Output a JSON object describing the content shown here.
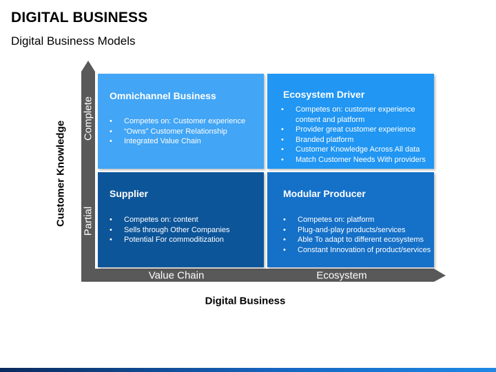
{
  "header": {
    "title": "DIGITAL BUSINESS",
    "subtitle": "Digital Business Models"
  },
  "axes": {
    "y_title": "Customer Knowledge",
    "y_ticks": [
      "Complete",
      "Partial"
    ],
    "x_ticks": [
      "Value Chain",
      "Ecosystem"
    ],
    "x_title": "Digital Business",
    "axis_color": "#595959"
  },
  "quadrants": {
    "top_left": {
      "title": "Omnichannel Business",
      "color": "#42A5F5",
      "bullets": [
        "Competes on: Customer experience",
        "“Owns” Customer Relationship",
        "Integrated Value Chain"
      ]
    },
    "top_right": {
      "title": "Ecosystem Driver",
      "color": "#2196F3",
      "bullets": [
        "Competes on: customer experience content and platform",
        "Provider great customer experience",
        "Branded platform",
        "Customer Knowledge Across All data",
        "Match Customer Needs With providers"
      ]
    },
    "bottom_left": {
      "title": "Supplier",
      "color": "#0D5599",
      "bullets": [
        "Competes on: content",
        "Sells through Other Companies",
        "Potential For commoditization"
      ]
    },
    "bottom_right": {
      "title": "Modular Producer",
      "color": "#1570C8",
      "bullets": [
        "Competes on: platform",
        "Plug-and-play products/services",
        "Able To adapt to different ecosystems",
        "Constant Innovation of product/services"
      ]
    }
  }
}
